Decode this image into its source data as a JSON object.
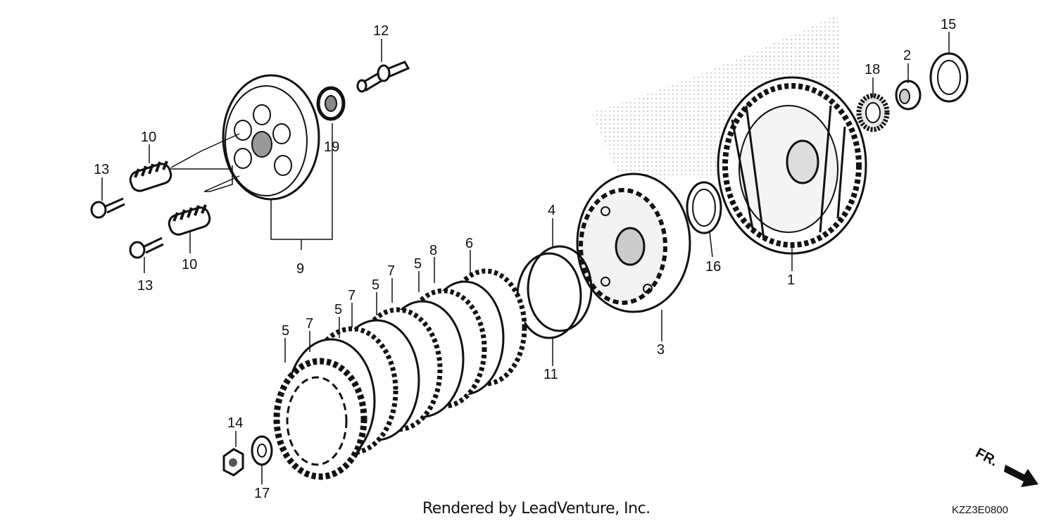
{
  "callouts": {
    "p1": "1",
    "p2": "2",
    "p3": "3",
    "p4": "4",
    "p5a": "5",
    "p5b": "5",
    "p5c": "5",
    "p5d": "5",
    "p6": "6",
    "p7a": "7",
    "p7b": "7",
    "p7c": "7",
    "p8": "8",
    "p9": "9",
    "p10a": "10",
    "p10b": "10",
    "p11": "11",
    "p12": "12",
    "p13a": "13",
    "p13b": "13",
    "p14": "14",
    "p15": "15",
    "p16": "16",
    "p17": "17",
    "p18": "18",
    "p19": "19"
  },
  "direction_label": "FR.",
  "footer": {
    "credit": "Rendered by LeadVenture, Inc.",
    "drawing_code": "KZZ3E0800"
  },
  "icons": {
    "direction": "arrow-right-down-icon"
  }
}
